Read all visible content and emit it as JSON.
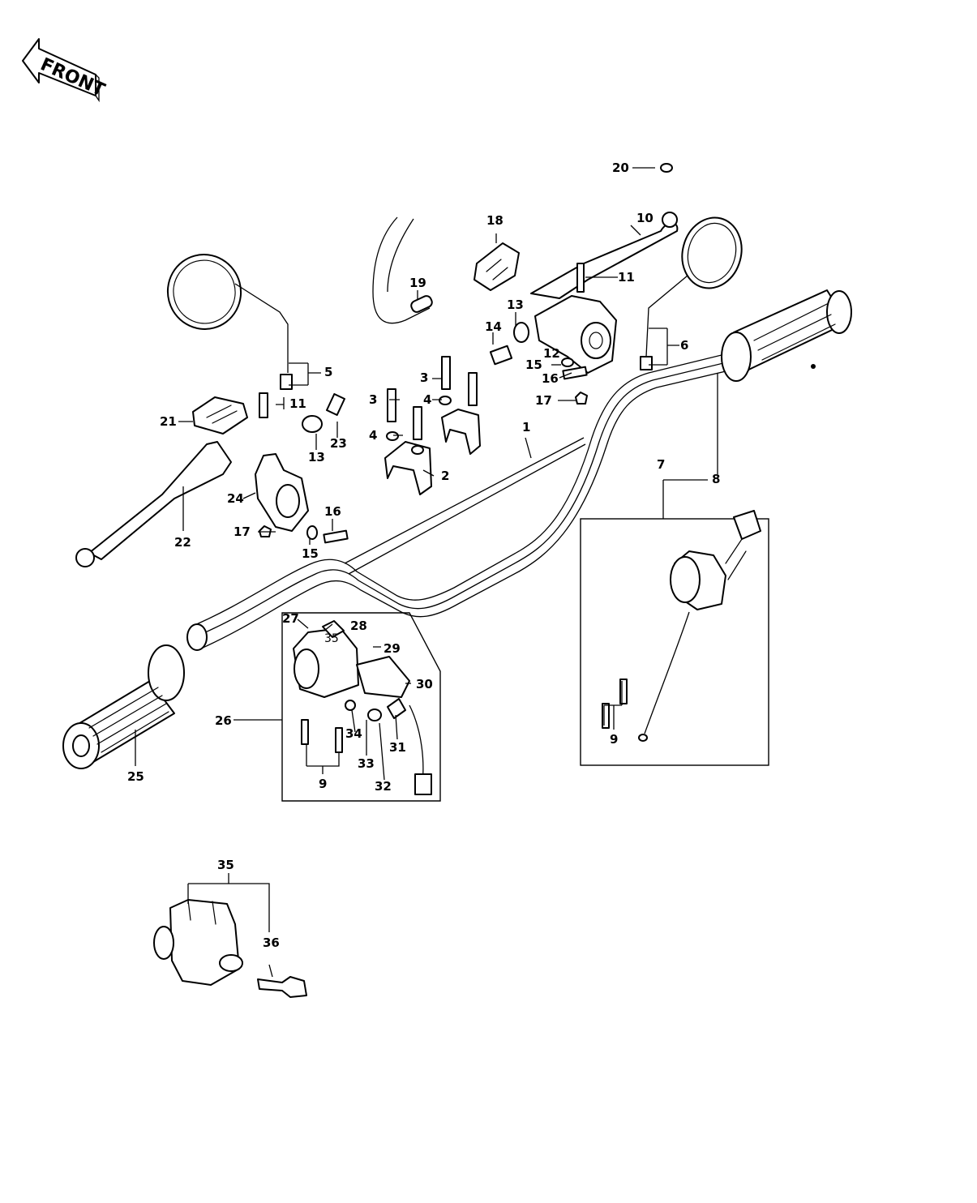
{
  "diagram": {
    "front_badge": "FRONT",
    "labels": {
      "l1": "1",
      "l2": "2",
      "l3a": "3",
      "l3b": "3",
      "l4a": "4",
      "l4b": "4",
      "l5": "5",
      "l6": "6",
      "l7": "7",
      "l8": "8",
      "l9a": "9",
      "l9b": "9",
      "l10": "10",
      "l11a": "11",
      "l11b": "11",
      "l12": "12",
      "l13a": "13",
      "l13b": "13",
      "l14": "14",
      "l15a": "15",
      "l15b": "15",
      "l16a": "16",
      "l16b": "16",
      "l17a": "17",
      "l17b": "17",
      "l18": "18",
      "l19": "19",
      "l20": "20",
      "l21": "21",
      "l22": "22",
      "l23": "23",
      "l24": "24",
      "l25": "25",
      "l26": "26",
      "l27": "27",
      "l28": "28",
      "l29": "29",
      "l30": "30",
      "l31": "31",
      "l32": "32",
      "l33": "33",
      "l34": "34",
      "l35a": "35",
      "l35b": "35",
      "l36": "36"
    }
  }
}
